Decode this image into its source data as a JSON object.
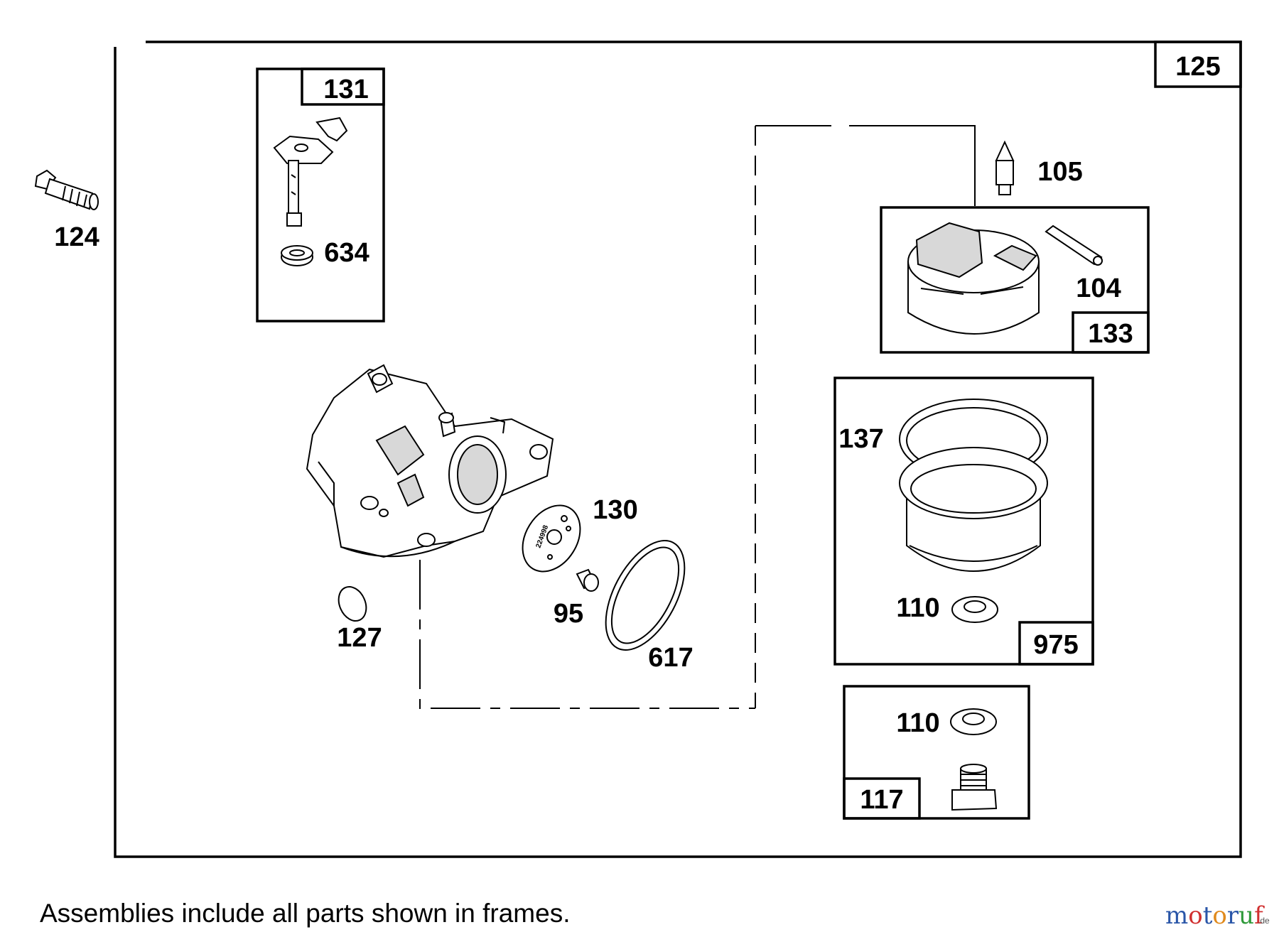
{
  "callouts": {
    "p124": "124",
    "p125": "125",
    "p131": "131",
    "p634": "634",
    "p105": "105",
    "p104": "104",
    "p133": "133",
    "p137": "137",
    "p110a": "110",
    "p975": "975",
    "p110b": "110",
    "p117": "117",
    "p130": "130",
    "p95": "95",
    "p617": "617",
    "p127": "127",
    "tag224": "224998"
  },
  "note": "Assemblies include all parts shown in frames.",
  "logo": {
    "main": "motoruf",
    "suffix": ".de",
    "colors": {
      "m": "#2a56a8",
      "o1": "#d03030",
      "t": "#2a56a8",
      "o2": "#e08a1e",
      "r": "#2a56a8",
      "u": "#2f9a3a",
      "f": "#d03030"
    }
  }
}
